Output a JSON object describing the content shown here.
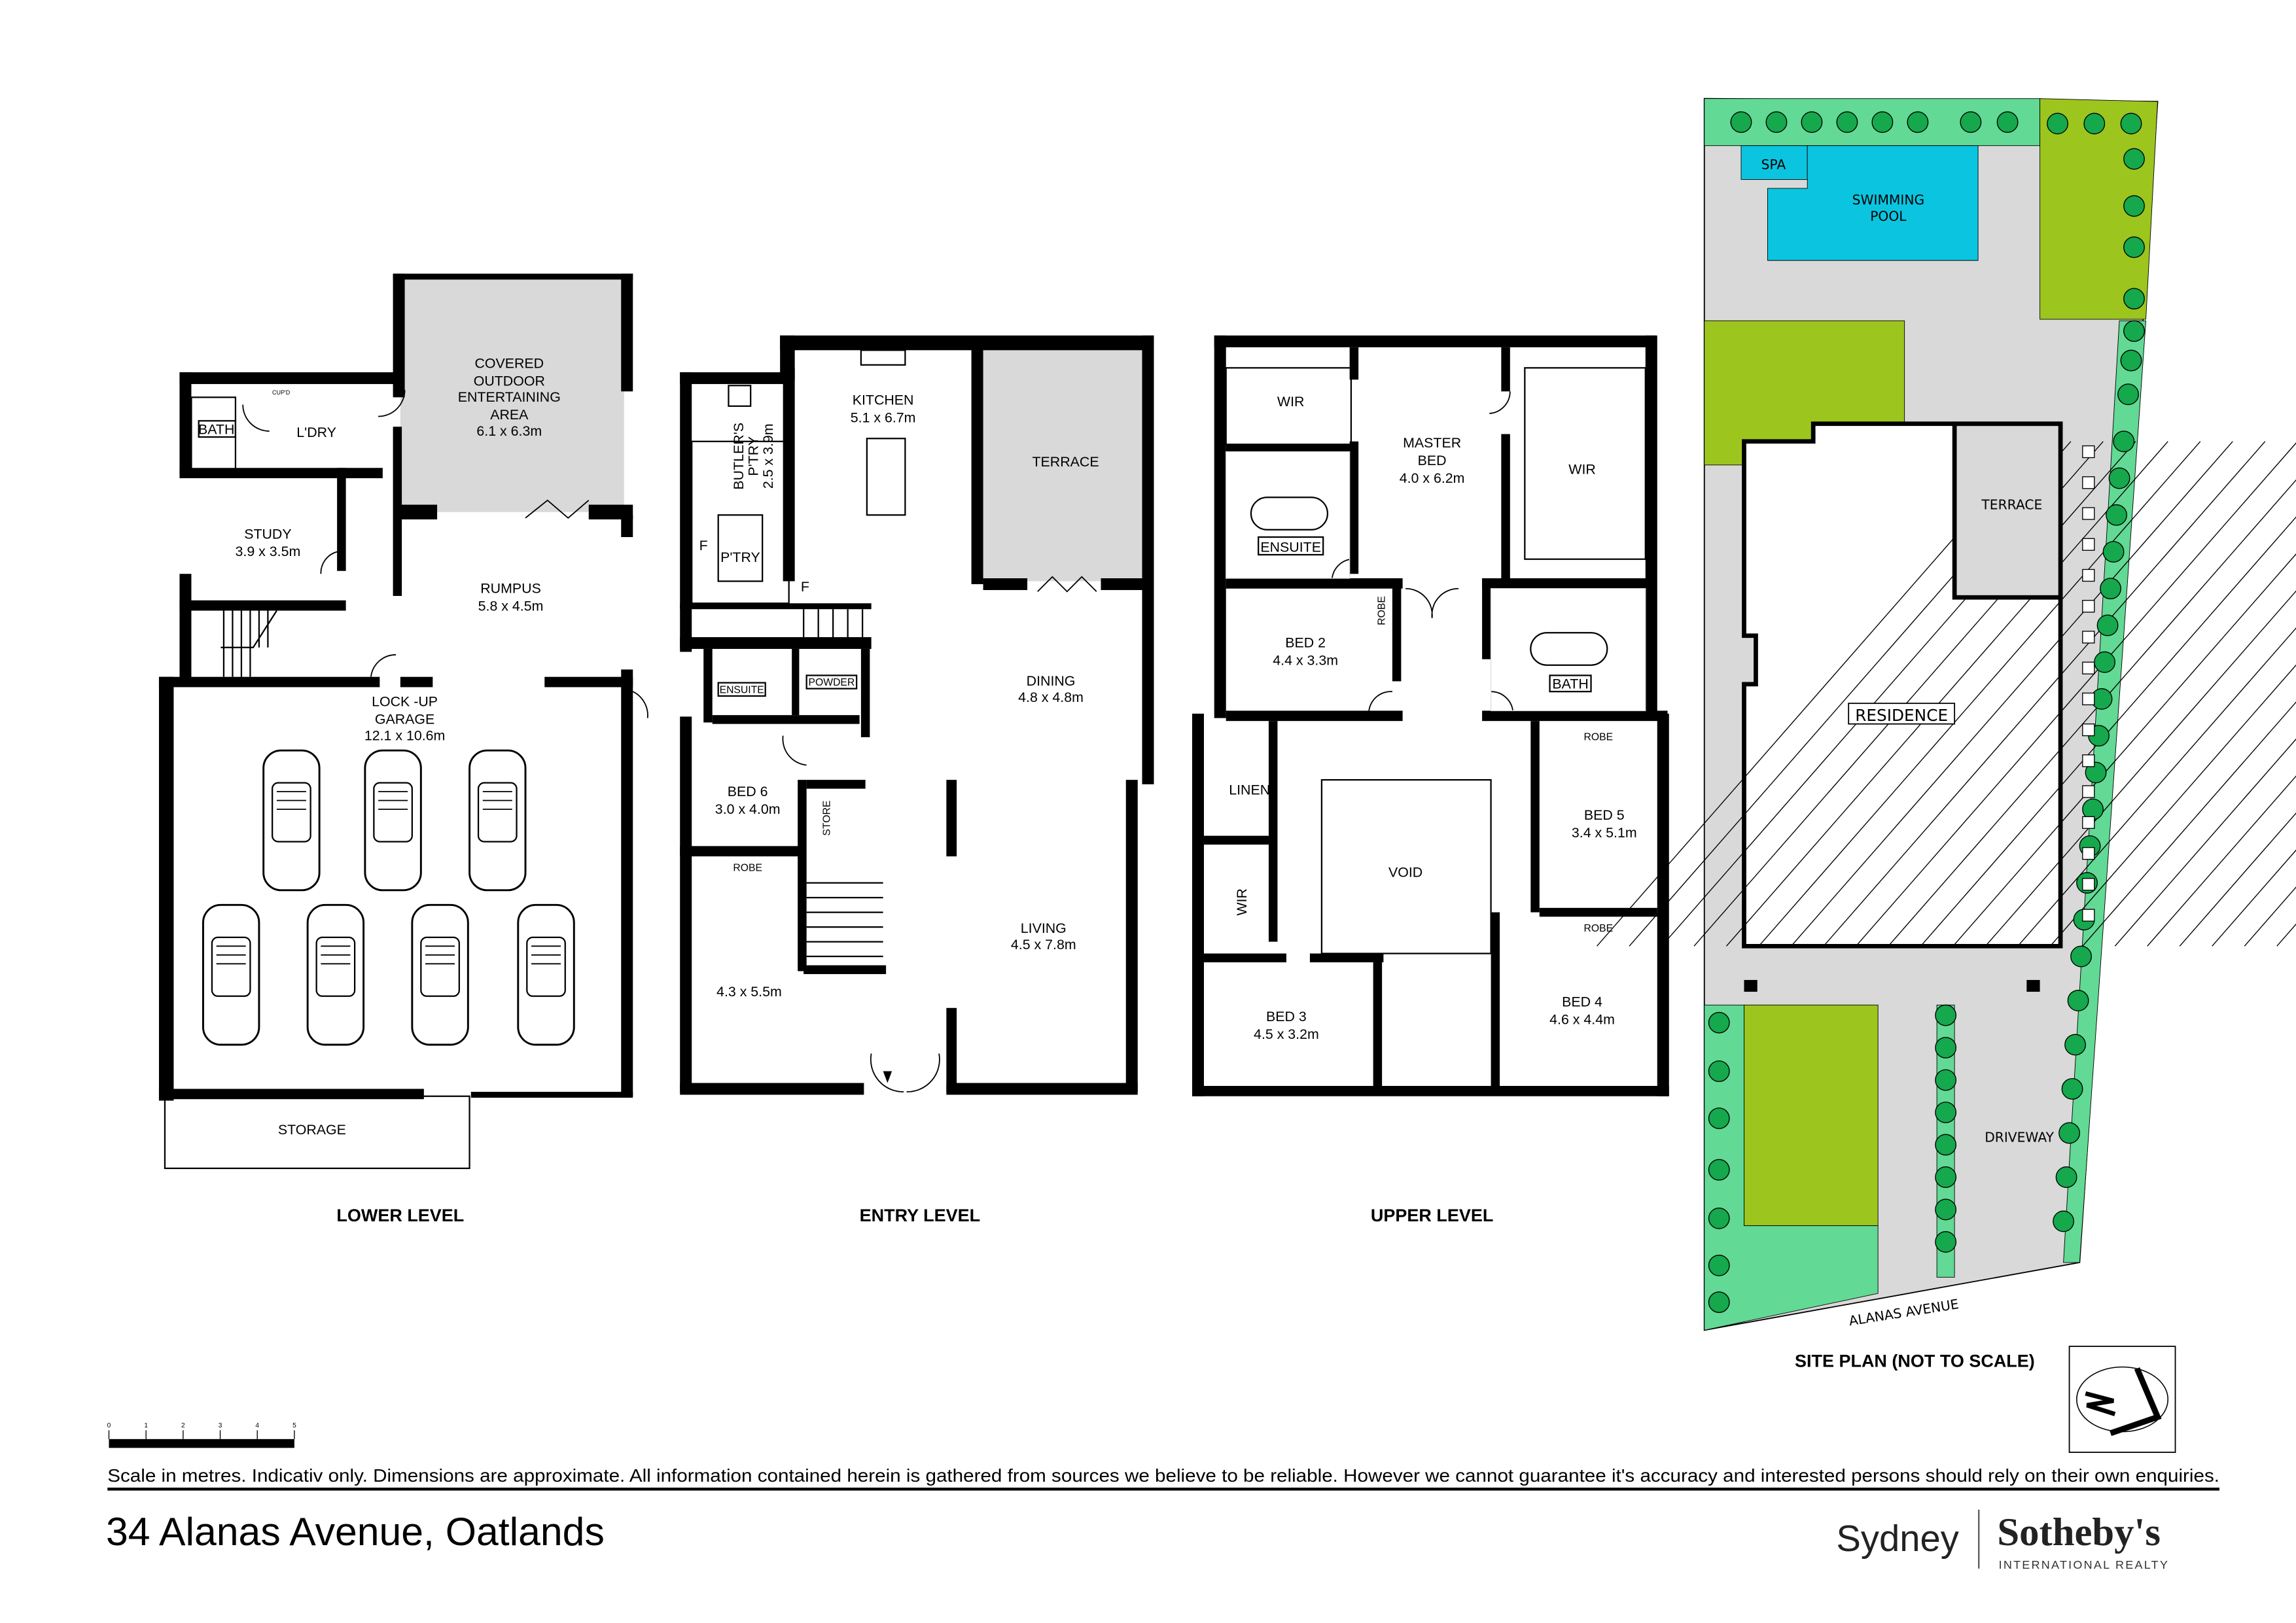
{
  "lower_level": {
    "title": "LOWER LEVEL",
    "rooms": {
      "covered_1": "COVERED",
      "covered_2": "OUTDOOR",
      "covered_3": "ENTERTAINING",
      "covered_4": "AREA",
      "covered_dim": "6.1 x 6.3m",
      "laundry": "L'DRY",
      "bath": "BATH",
      "cupd": "CUP'D",
      "study": "STUDY",
      "study_dim": "3.9 x 3.5m",
      "rumpus": "RUMPUS",
      "rumpus_dim": "5.8 x 4.5m",
      "garage_1": "LOCK -UP",
      "garage_2": "GARAGE",
      "garage_dim": "12.1 x 10.6m",
      "storage": "STORAGE"
    }
  },
  "entry_level": {
    "title": "ENTRY LEVEL",
    "rooms": {
      "kitchen": "KITCHEN",
      "kitchen_dim": "5.1 x 6.7m",
      "butlers_1": "BUTLER'S",
      "butlers_2": "P'TRY",
      "butlers_dim": "2.5 x 3.9m",
      "pantry": "P'TRY",
      "fridge": "F",
      "terrace": "TERRACE",
      "ensuite": "ENSUITE",
      "powder": "POWDER",
      "dining": "DINING",
      "dining_dim": "4.8 x 4.8m",
      "bed6": "BED 6",
      "bed6_dim": "3.0 x 4.0m",
      "robe": "ROBE",
      "store": "STORE",
      "living": "LIVING",
      "living_dim": "4.5 x 7.8m",
      "room_dim": "4.3 x 5.5m"
    }
  },
  "upper_level": {
    "title": "UPPER LEVEL",
    "rooms": {
      "wir": "WIR",
      "master_1": "MASTER",
      "master_2": "BED",
      "master_dim": "4.0 x 6.2m",
      "ensuite": "ENSUITE",
      "bed2": "BED 2",
      "bed2_dim": "4.4 x 3.3m",
      "robe": "ROBE",
      "bath": "BATH",
      "linen": "LINEN",
      "bed5": "BED 5",
      "bed5_dim": "3.4 x 5.1m",
      "void": "VOID",
      "bed3": "BED 3",
      "bed3_dim": "4.5 x 3.2m",
      "bed4": "BED 4",
      "bed4_dim": "4.6 x 4.4m"
    }
  },
  "site_plan": {
    "title": "SITE PLAN (NOT TO SCALE)",
    "spa": "SPA",
    "pool_1": "SWIMMING",
    "pool_2": "POOL",
    "terrace": "TERRACE",
    "residence": "RESIDENCE",
    "driveway": "DRIVEWAY",
    "street": "ALANAS AVENUE",
    "colors": {
      "pool": "#0bc5e0",
      "lawn": "#9cc51e",
      "garden": "#62d994",
      "paving": "#d9d9d9",
      "shrub": "#15a84c"
    },
    "north_arrow": "north-arrow-icon"
  },
  "scale_bar": {
    "ticks": [
      "0",
      "1",
      "2",
      "3",
      "4",
      "5"
    ]
  },
  "disclaimer": "Scale in metres. Indicativ only. Dimensions are approximate. All information contained herein is gathered from sources we believe to be reliable. However we cannot guarantee it's accuracy and interested persons should rely on their own enquiries.",
  "address": "34 Alanas Avenue, Oatlands",
  "brand": {
    "city": "Sydney",
    "name": "Sotheby's",
    "sub": "INTERNATIONAL REALTY"
  },
  "colors": {
    "covered_area": "#d9d9d9",
    "tiles": "#dddddd"
  }
}
